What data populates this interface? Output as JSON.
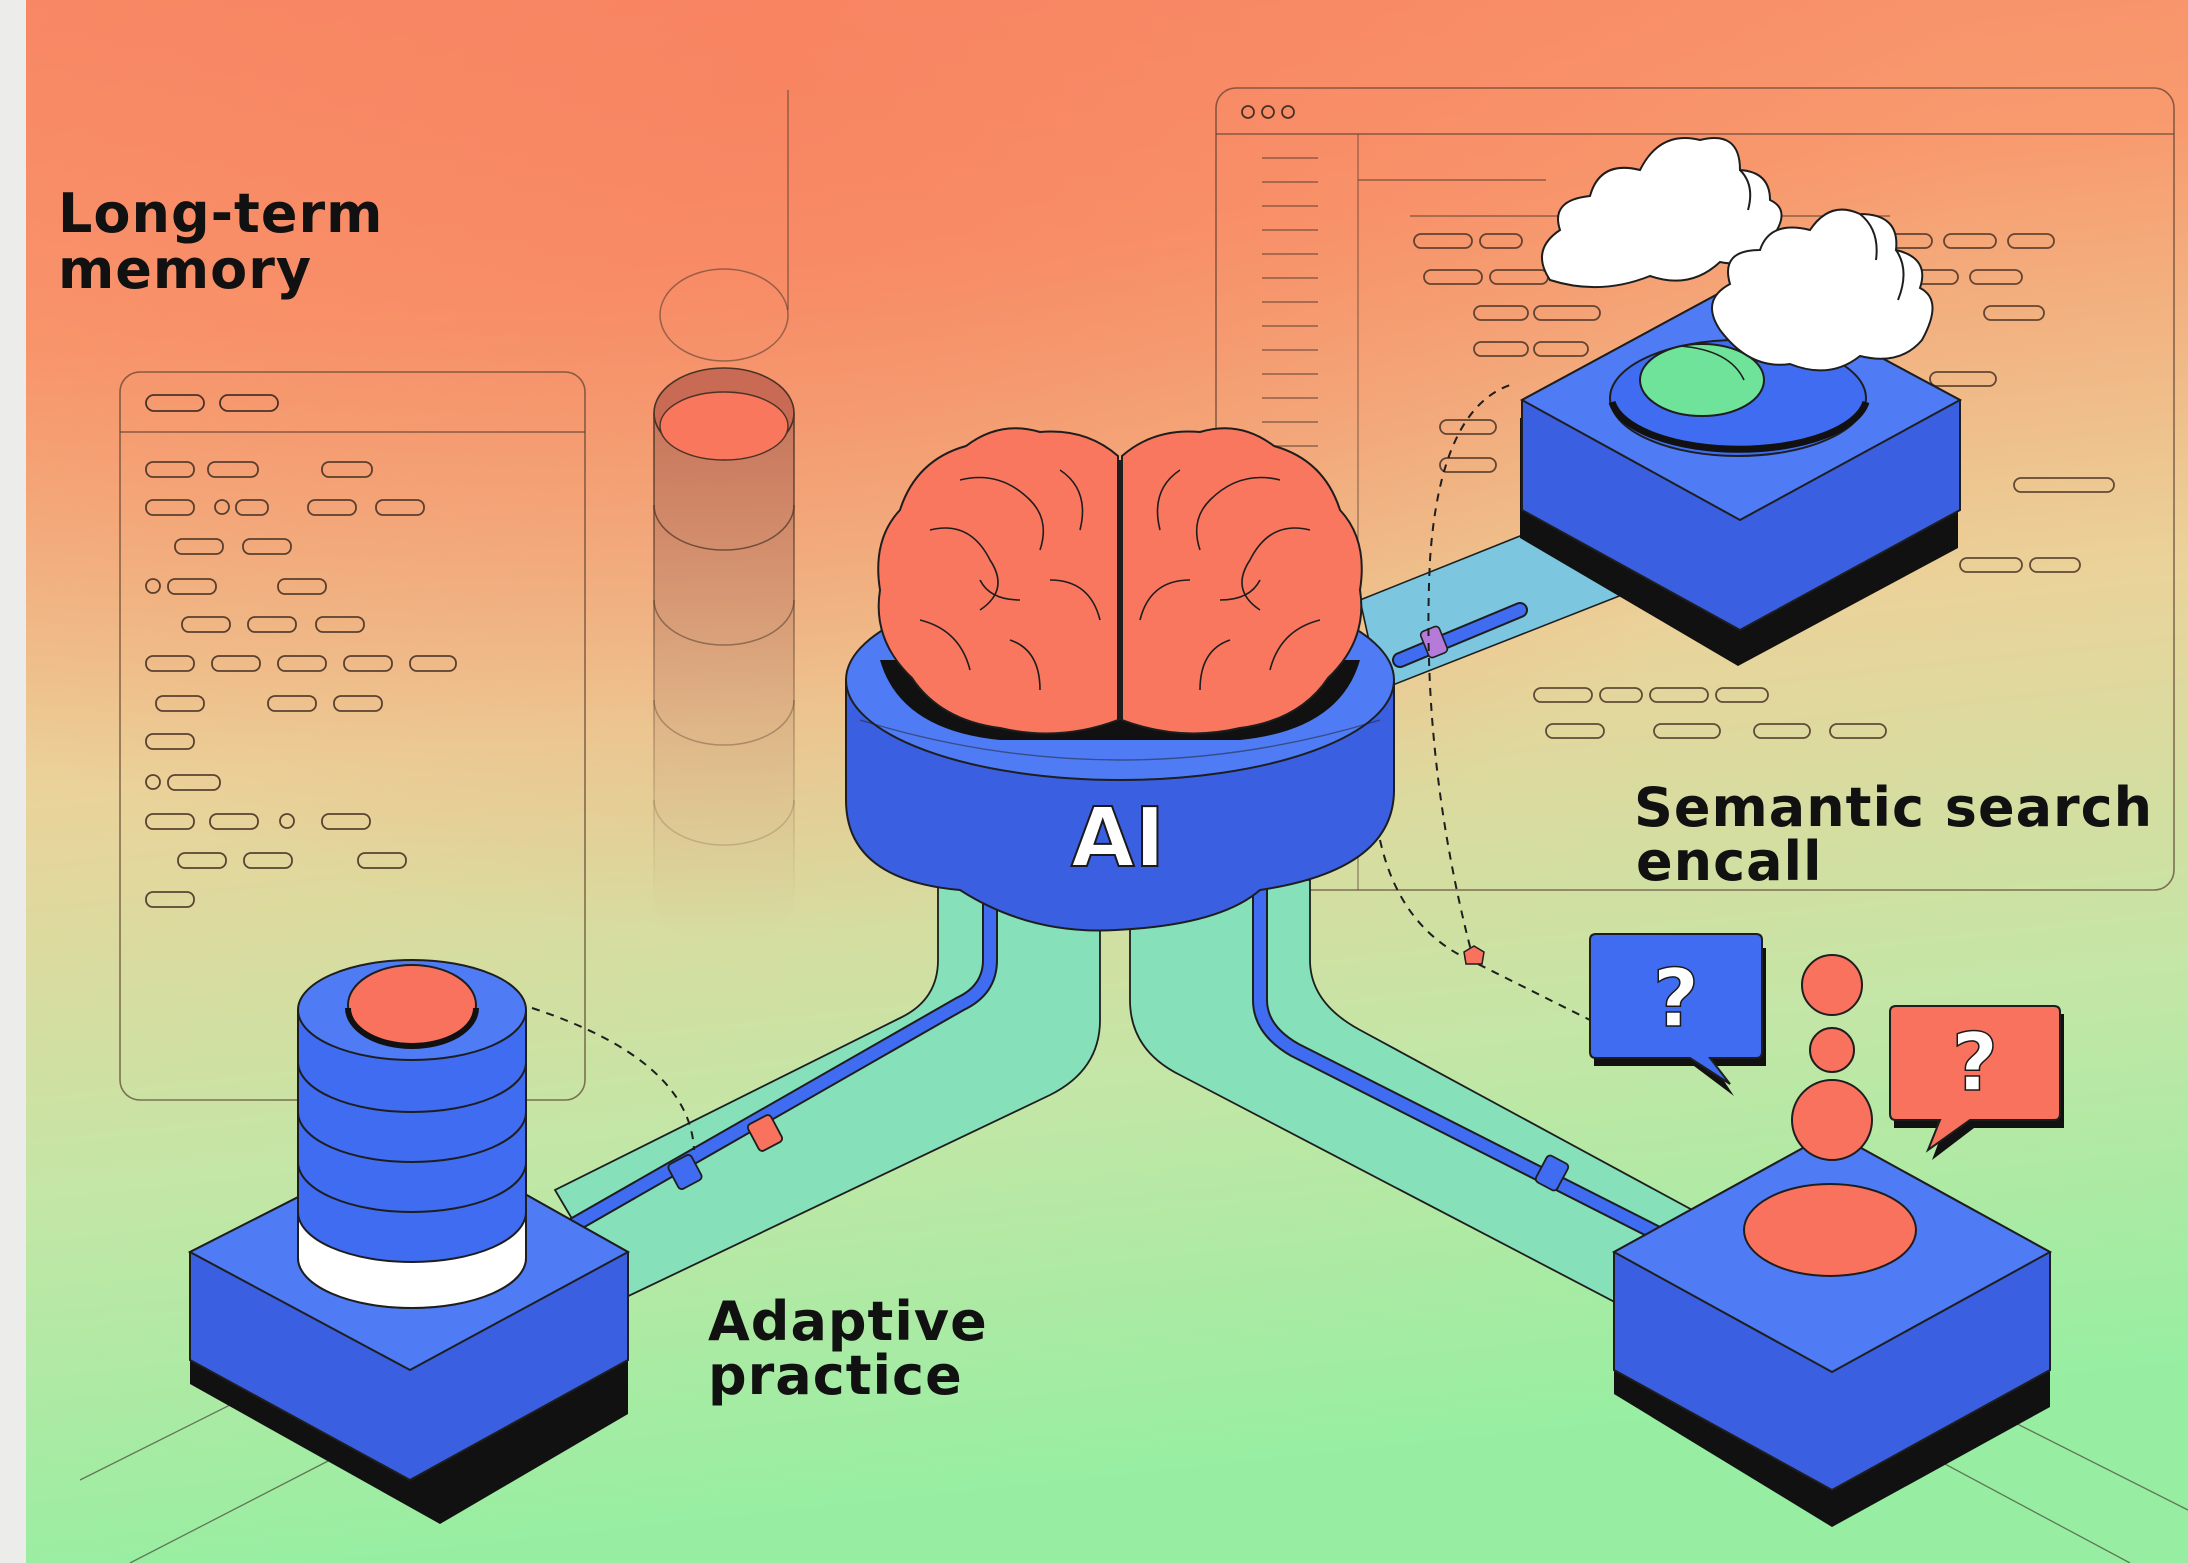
{
  "labels": {
    "memory_line1": "Long-term",
    "memory_line2": "memory",
    "search_line1": "Semantic search",
    "search_line2": "encall",
    "practice_line1": "Adaptive",
    "practice_line2": "practice",
    "ai": "AI",
    "question_mark": "?"
  },
  "icons": {
    "brain": "brain-icon",
    "database": "database-stack-icon",
    "clouds": "cloud-icon",
    "speech": "speech-bubble-icon"
  },
  "colors": {
    "background_top": "#f98a67",
    "background_mid": "#e9d49a",
    "background_bottom": "#97eea2",
    "accent_blue": "#3f6cf0",
    "coral": "#f9725e",
    "mint": "#86e0b9",
    "green": "#6fe39a"
  }
}
